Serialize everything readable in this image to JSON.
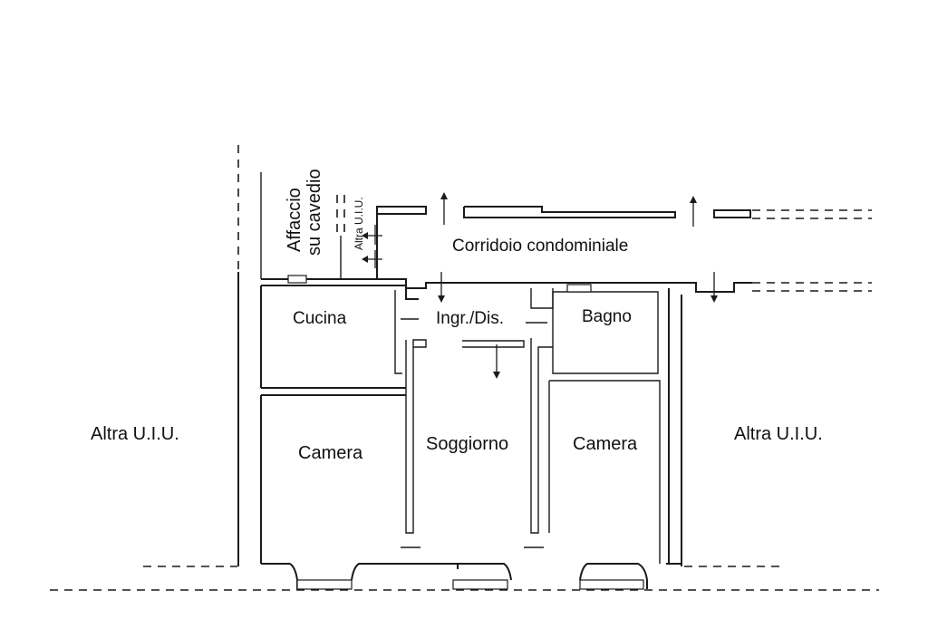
{
  "rooms": {
    "affaccio_line1": "Affaccio",
    "affaccio_line2": "su cavedio",
    "altra_uiu_small": "Altra U.I.U.",
    "corridoio": "Corridoio condominiale",
    "cucina": "Cucina",
    "ingresso": "Ingr./Dis.",
    "bagno": "Bagno",
    "camera_left": "Camera",
    "soggiorno": "Soggiorno",
    "camera_right": "Camera",
    "altra_uiu_left": "Altra U.I.U.",
    "altra_uiu_right": "Altra U.I.U."
  },
  "colors": {
    "line": "#1a1a1a",
    "background": "#ffffff"
  }
}
